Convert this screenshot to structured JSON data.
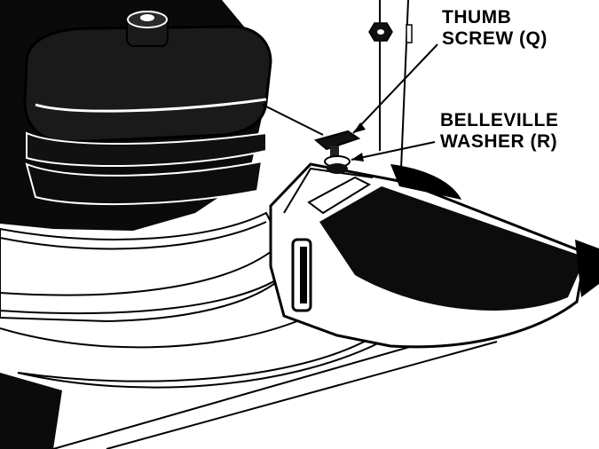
{
  "callouts": {
    "thumb_screw": {
      "line1": "THUMB",
      "line2": "SCREW (Q)"
    },
    "belleville_washer": {
      "line1": "BELLEVILLE",
      "line2": "WASHER (R)"
    }
  },
  "colors": {
    "ink": "#000000",
    "paper": "#ffffff"
  }
}
